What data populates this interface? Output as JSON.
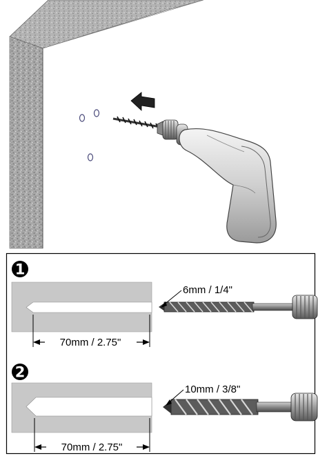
{
  "steps": [
    {
      "number": "1",
      "depth_label": "70mm / 2.75\"",
      "bit_label": "6mm / 1/4\""
    },
    {
      "number": "2",
      "depth_label": "70mm / 2.75\"",
      "bit_label": "10mm / 3/8\""
    }
  ],
  "colors": {
    "panel_gray": "#c8c8c8",
    "wall_texture": "#9a9a9a",
    "frame": "#000000"
  },
  "icons": [
    "drill-icon",
    "arrow-left-icon",
    "drill-bit-icon",
    "chuck-icon"
  ]
}
